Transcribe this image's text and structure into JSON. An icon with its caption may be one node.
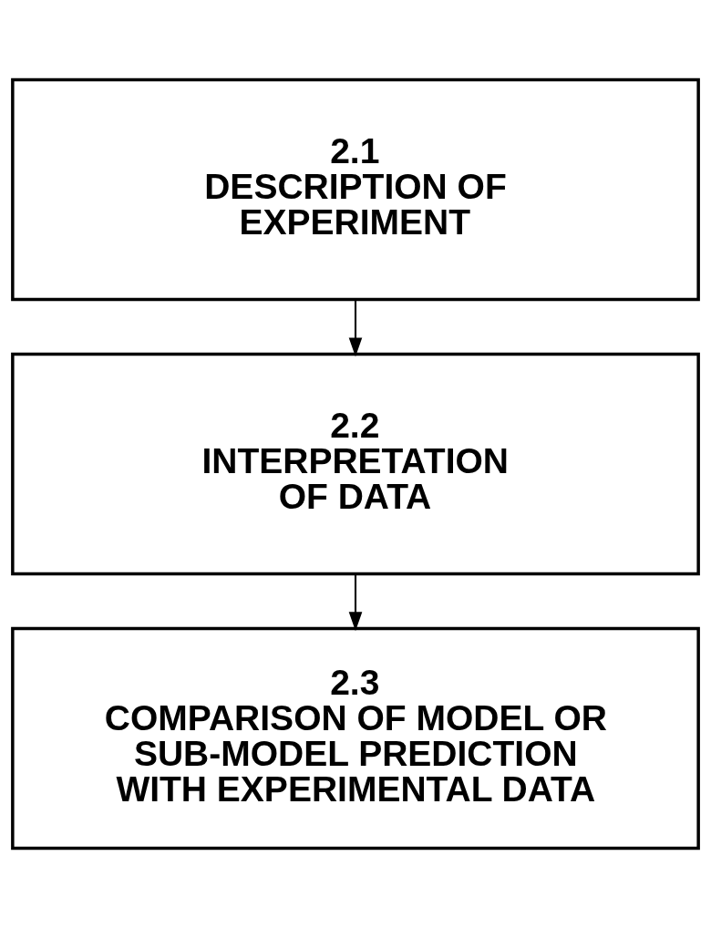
{
  "diagram": {
    "nodes": [
      {
        "text": [
          "2.1",
          "DESCRIPTION OF EXPERIMENT"
        ]
      },
      {
        "text": [
          "2.2",
          "INTERPRETATION OF DATA"
        ]
      },
      {
        "text": [
          "2.3",
          "COMPARISON OF MODEL OR SUB-MODEL PREDICTION WITH EXPERIMENTAL DATA"
        ]
      }
    ],
    "edges": [
      {
        "from": 0,
        "to": 1,
        "arrow": "to"
      },
      {
        "from": 1,
        "to": 2,
        "arrow": "to"
      }
    ]
  }
}
